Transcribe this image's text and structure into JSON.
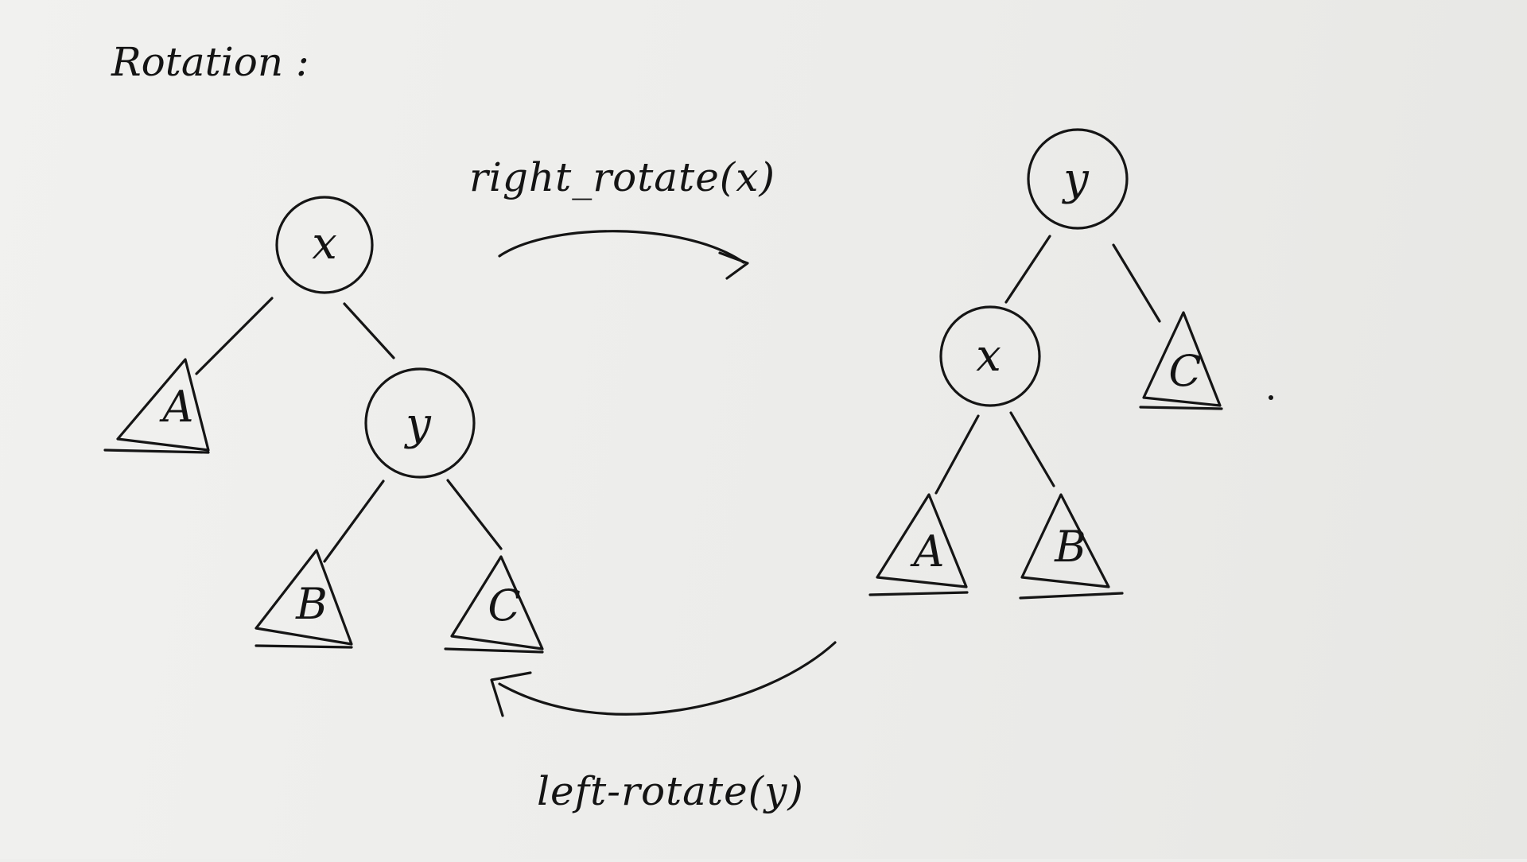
{
  "title": "Rotation :",
  "operations": {
    "right": "right_rotate(x)",
    "left": "left-rotate(y)"
  },
  "left_tree": {
    "root": "x",
    "child": "y",
    "subtrees": [
      "A",
      "B",
      "C"
    ]
  },
  "right_tree": {
    "root": "y",
    "child": "x",
    "subtrees": [
      "A",
      "B",
      "C"
    ]
  },
  "colors": {
    "ink": "#151515",
    "paper": "#eeeeec"
  }
}
